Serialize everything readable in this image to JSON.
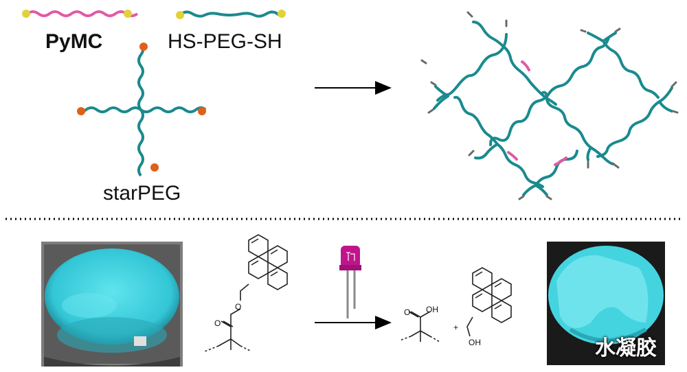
{
  "labels": {
    "pymc": "PyMC",
    "hs_peg_sh": "HS-PEG-SH",
    "starpeg": "starPEG"
  },
  "chem": {
    "oh_acid": "OH",
    "o_ester": "O",
    "o_carbonyl": "O",
    "o_acid_carbonyl": "O",
    "oh_alcohol": "OH",
    "plus": "+"
  },
  "led_label": "LED",
  "watermark": "水凝胶",
  "colors": {
    "teal": "#1a8a8e",
    "pink": "#e05aa8",
    "yellow": "#e2d23a",
    "orange": "#e0601a",
    "gel_cyan": "#38d0dc",
    "led": "#c0148c"
  }
}
